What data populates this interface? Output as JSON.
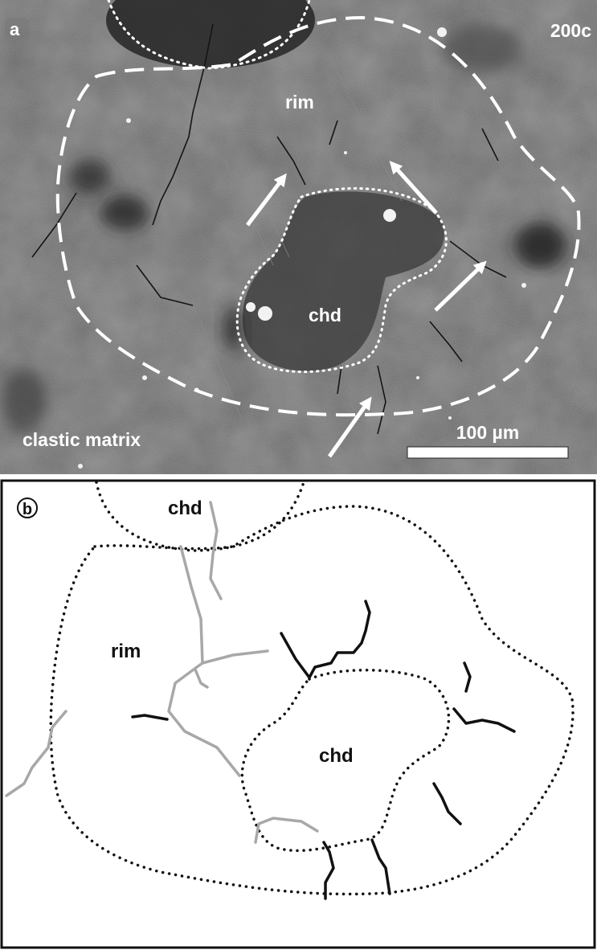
{
  "panel_a": {
    "letter": "a",
    "sample": "200c",
    "labels": {
      "rim": "rim",
      "chd": "chd",
      "matrix": "clastic matrix"
    },
    "scale_bar": "100 µm"
  },
  "panel_b": {
    "letter": "b",
    "labels": {
      "chd_top": "chd",
      "rim": "rim",
      "chd_center": "chd"
    }
  },
  "colors": {
    "sem_background": "#5e5e5e",
    "outline_white": "#ffffff",
    "crack_black": "#111111",
    "crack_gray": "#a8a8a8"
  }
}
